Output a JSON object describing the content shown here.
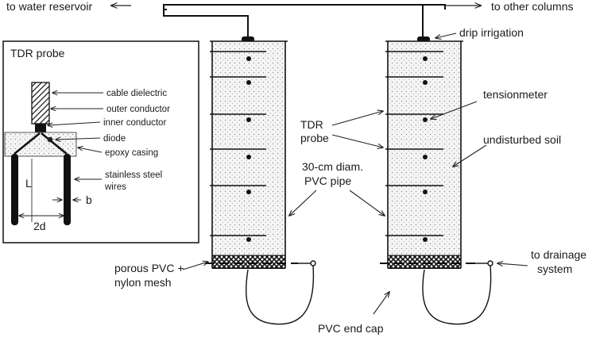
{
  "top": {
    "to_water_reservoir": "to water reservoir",
    "to_other_columns": "to other columns",
    "drip_irrigation": "drip irrigation"
  },
  "inset": {
    "title": "TDR probe",
    "labels": {
      "cable_dielectric": "cable dielectric",
      "outer_conductor": "outer conductor",
      "inner_conductor": "inner conductor",
      "diode": "diode",
      "epoxy_casing": "epoxy casing",
      "steel_wires_1": "stainless steel",
      "steel_wires_2": "wires",
      "L": "L",
      "b": "b",
      "two_d": "2d"
    }
  },
  "columns": {
    "tdr_probe_1": "TDR",
    "tdr_probe_2": "probe",
    "tensionmeter": "tensionmeter",
    "undisturbed_soil": "undisturbed soil",
    "pvc_pipe_1": "30-cm diam.",
    "pvc_pipe_2": "PVC pipe",
    "porous_1": "porous PVC +",
    "porous_2": "nylon mesh",
    "end_cap": "PVC end cap",
    "drainage_1": "to drainage",
    "drainage_2": "system"
  }
}
